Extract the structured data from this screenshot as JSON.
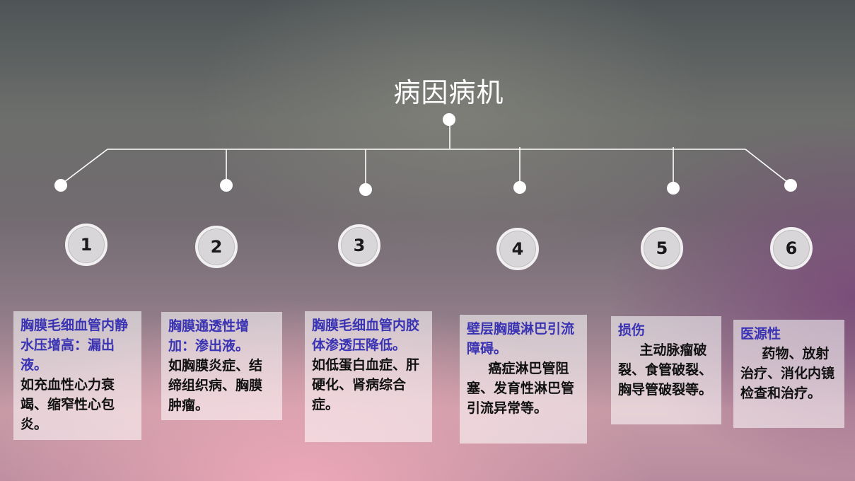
{
  "slide": {
    "title": "病因病机"
  },
  "items": [
    {
      "number": "1",
      "head": "胸膜毛细血管内静水压增高：漏出液。",
      "body": "如充血性心力衰竭、缩窄性心包炎。"
    },
    {
      "number": "2",
      "head": "胸膜通透性增加：渗出液。",
      "body": "如胸膜炎症、结缔组织病、胸膜肿瘤。"
    },
    {
      "number": "3",
      "head": "胸膜毛细血管内胶体渗透压降低。",
      "body": "如低蛋白血症、肝硬化、肾病综合症。"
    },
    {
      "number": "4",
      "head": "壁层胸膜淋巴引流障碍。",
      "body": "癌症淋巴管阻塞、发育性淋巴管引流异常等。"
    },
    {
      "number": "5",
      "head": "损伤",
      "body": "主动脉瘤破裂、食管破裂、胸导管破裂等。"
    },
    {
      "number": "6",
      "head": "医源性",
      "body": "药物、放射治疗、消化内镜检查和治疗。"
    }
  ],
  "colors": {
    "heading_text": "#3a33b3",
    "body_text": "#111111",
    "connector": "#ffffff"
  }
}
